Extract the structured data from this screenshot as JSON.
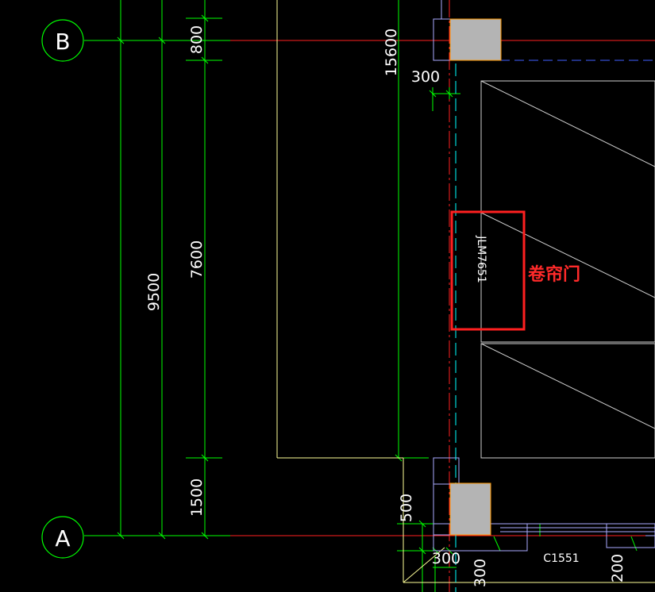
{
  "colors": {
    "background": "#000000",
    "grid_line": "#ff2020",
    "dimension_line": "#00ff00",
    "wall_line": "#ffff99",
    "column_fill": "#b4b4b4",
    "column_edge": "#ff9900",
    "window_line": "#aaaaff",
    "cyan_line": "#00ffff",
    "hatch_line": "#cfcfcf",
    "highlight_box": "#ff2020"
  },
  "axes": {
    "top": "B",
    "bottom": "A"
  },
  "dimensions": {
    "d800": "800",
    "d7600": "7600",
    "d1500": "1500",
    "d9500": "9500",
    "d15600": "15600",
    "d300_top": "300",
    "d500": "500",
    "d300_bottom": "300",
    "d300_bottom_vertical": "300",
    "d200": "200"
  },
  "labels": {
    "door_code": "JLM7651",
    "window_code": "C1551"
  },
  "annotation": {
    "text": "卷帘门"
  }
}
